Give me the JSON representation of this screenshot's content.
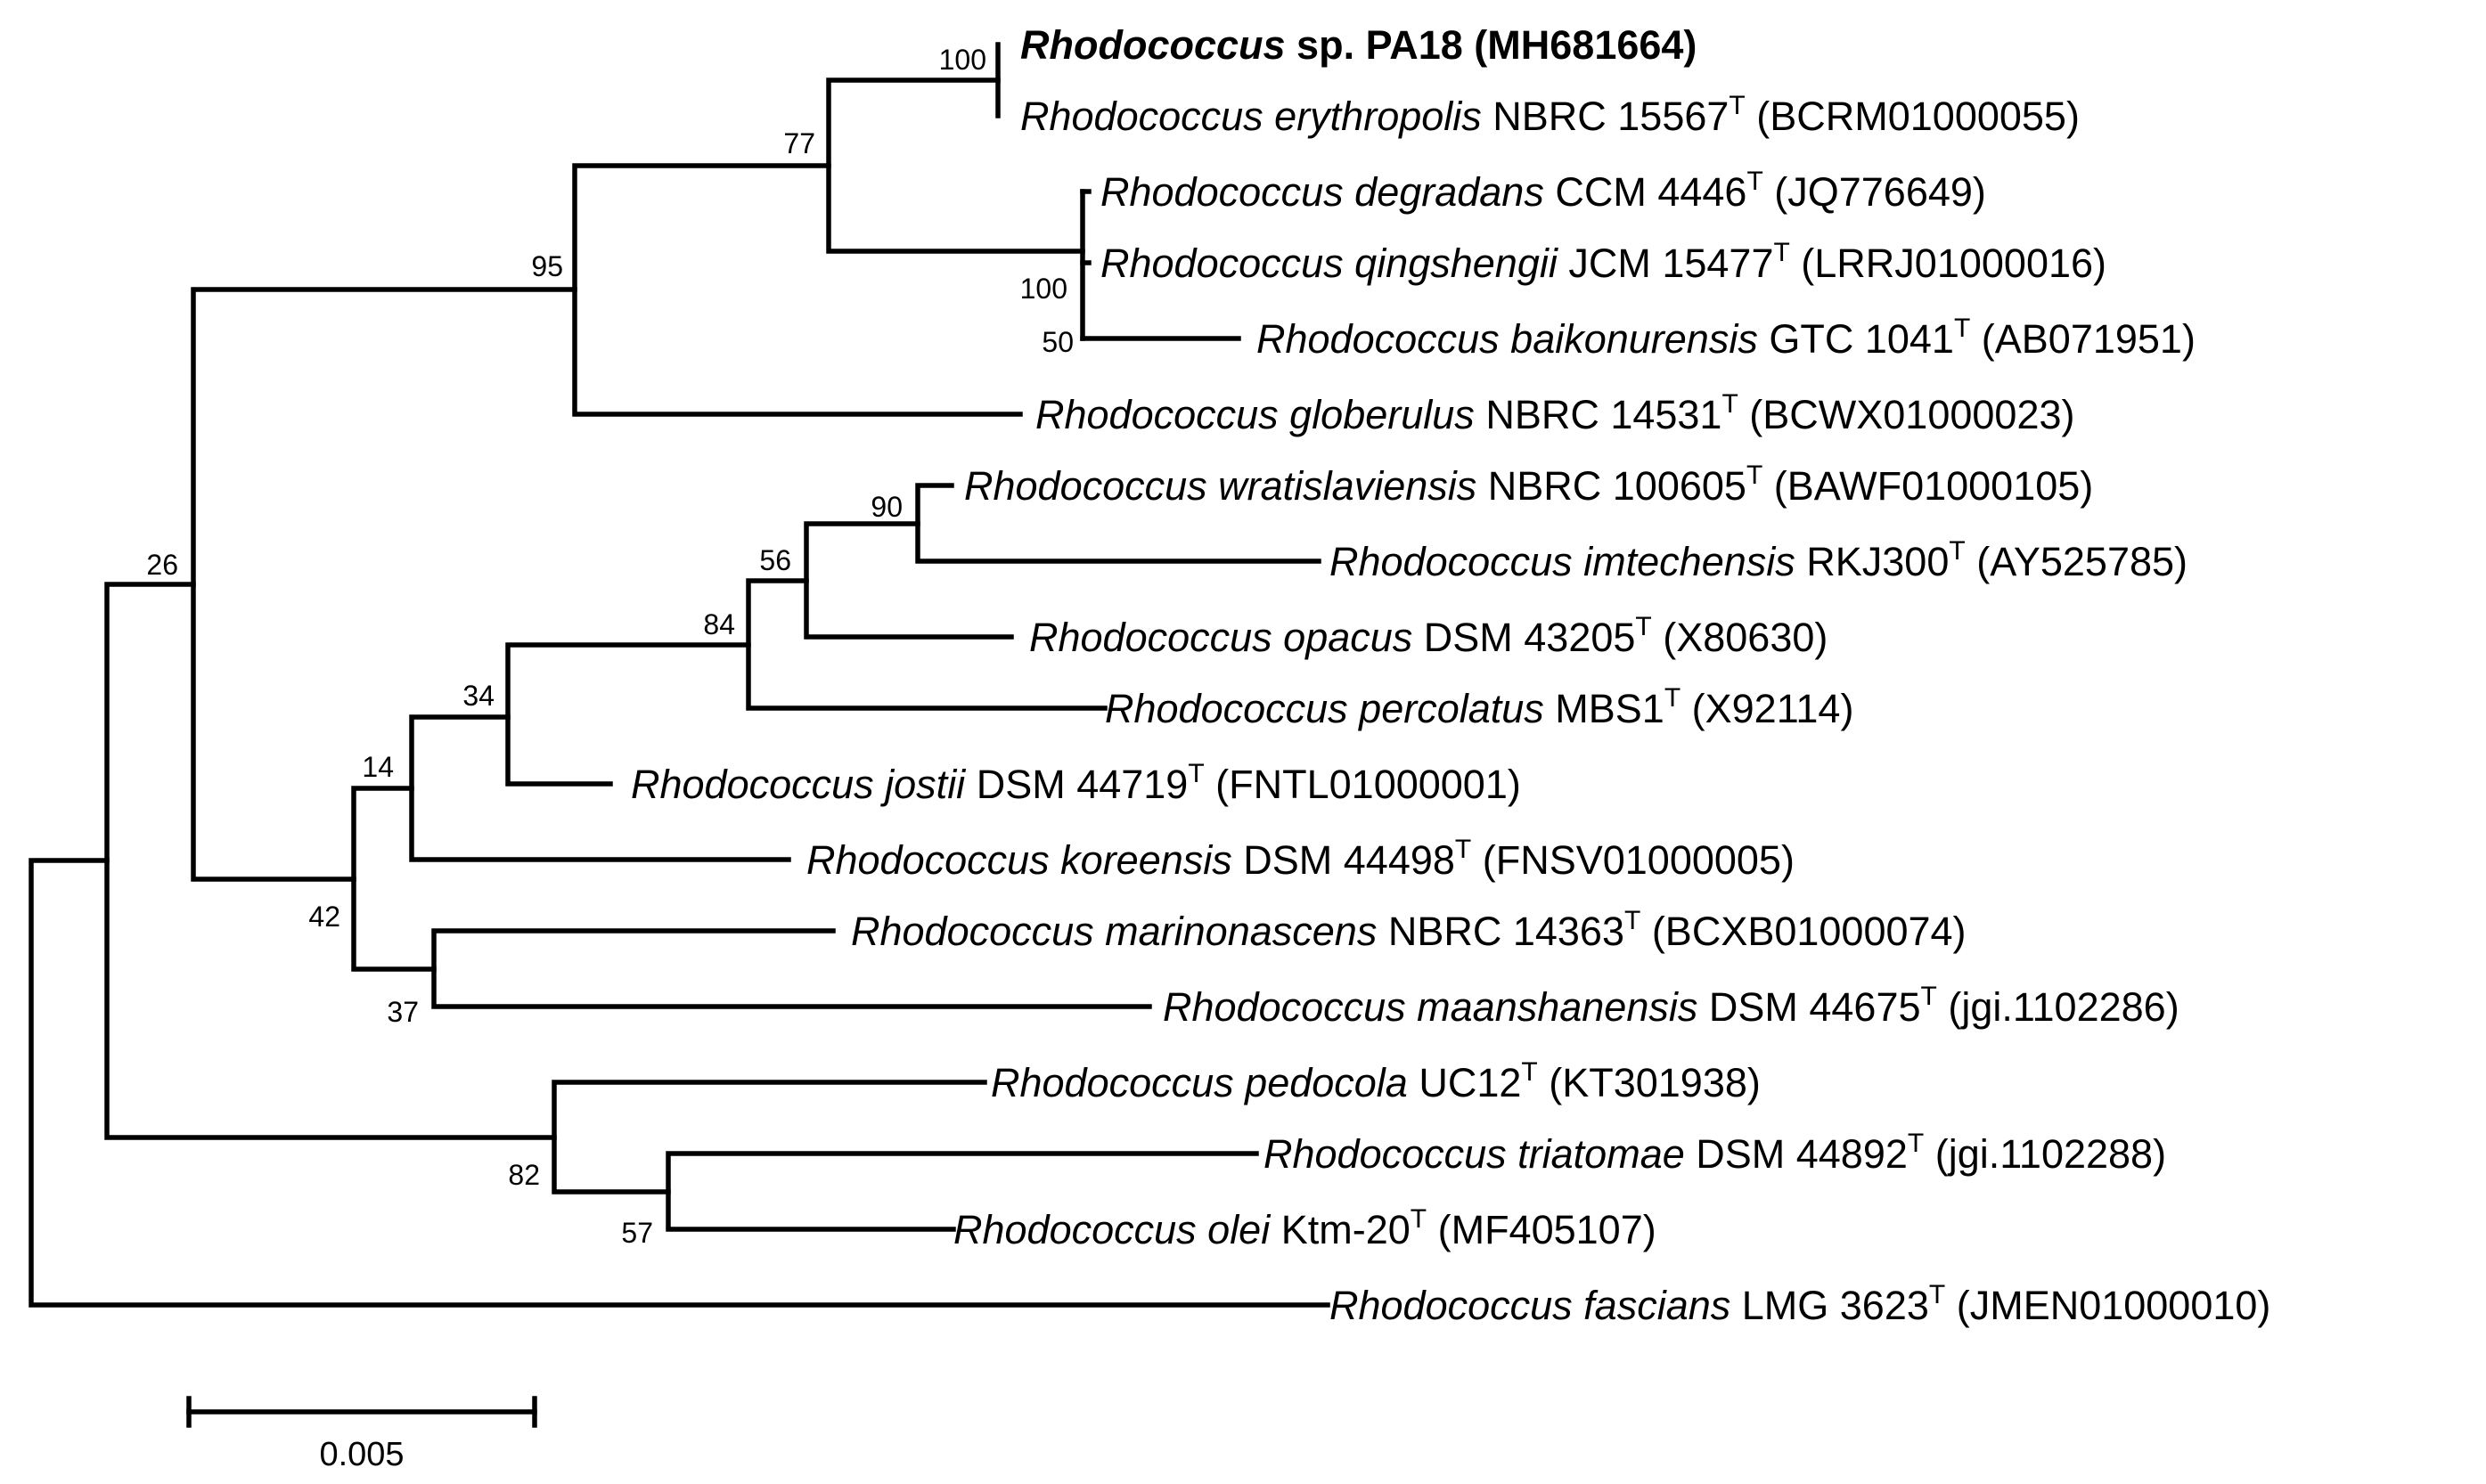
{
  "tree": {
    "highlight_taxon": "Rhodococcus sp. PA18 (MH681664)",
    "taxa": [
      {
        "genus": "Rhodococcus",
        "species": "sp. PA18",
        "strain": "",
        "type_strain": false,
        "accession": "(MH681664)",
        "highlight": true
      },
      {
        "genus": "Rhodococcus",
        "species": "erythropolis",
        "strain": "NBRC 15567",
        "type_strain": true,
        "accession": "(BCRM01000055)"
      },
      {
        "genus": "Rhodococcus",
        "species": "degradans",
        "strain": "CCM 4446",
        "type_strain": true,
        "accession": "(JQ776649)"
      },
      {
        "genus": "Rhodococcus",
        "species": "qingshengii",
        "strain": "JCM 15477",
        "type_strain": true,
        "accession": "(LRRJ01000016)"
      },
      {
        "genus": "Rhodococcus",
        "species": "baikonurensis",
        "strain": "GTC 1041",
        "type_strain": true,
        "accession": "(AB071951)"
      },
      {
        "genus": "Rhodococcus",
        "species": "globerulus",
        "strain": "NBRC 14531",
        "type_strain": true,
        "accession": "(BCWX01000023)"
      },
      {
        "genus": "Rhodococcus",
        "species": "wratislaviensis",
        "strain": "NBRC 100605",
        "type_strain": true,
        "accession": "(BAWF01000105)"
      },
      {
        "genus": "Rhodococcus",
        "species": "imtechensis",
        "strain": "RKJ300",
        "type_strain": true,
        "accession": "(AY525785)"
      },
      {
        "genus": "Rhodococcus",
        "species": "opacus",
        "strain": "DSM 43205",
        "type_strain": true,
        "accession": "(X80630)"
      },
      {
        "genus": "Rhodococcus",
        "species": "percolatus",
        "strain": "MBS1",
        "type_strain": true,
        "accession": "(X92114)"
      },
      {
        "genus": "Rhodococcus",
        "species": "jostii",
        "strain": "DSM 44719",
        "type_strain": true,
        "accession": "(FNTL01000001)"
      },
      {
        "genus": "Rhodococcus",
        "species": "koreensis",
        "strain": "DSM 44498",
        "type_strain": true,
        "accession": "(FNSV01000005)"
      },
      {
        "genus": "Rhodococcus",
        "species": "marinonascens",
        "strain": "NBRC 14363",
        "type_strain": true,
        "accession": "(BCXB01000074)"
      },
      {
        "genus": "Rhodococcus",
        "species": "maanshanensis",
        "strain": "DSM 44675",
        "type_strain": true,
        "accession": "(jgi.1102286)"
      },
      {
        "genus": "Rhodococcus",
        "species": "pedocola",
        "strain": "UC12",
        "type_strain": true,
        "accession": "(KT301938)"
      },
      {
        "genus": "Rhodococcus",
        "species": "triatomae",
        "strain": "DSM 44892",
        "type_strain": true,
        "accession": "(jgi.1102288)"
      },
      {
        "genus": "Rhodococcus",
        "species": "olei",
        "strain": "Ktm-20",
        "type_strain": true,
        "accession": "(MF405107)"
      },
      {
        "genus": "Rhodococcus",
        "species": "fascians",
        "strain": "LMG 3623",
        "type_strain": true,
        "accession": "(JMEN01000010)"
      }
    ],
    "type_strain_marker": "T",
    "bootstrap_values": [
      "100",
      "77",
      "100",
      "50",
      "95",
      "90",
      "56",
      "84",
      "34",
      "14",
      "42",
      "37",
      "26",
      "57",
      "82"
    ],
    "scale_bar": {
      "value": 0.005,
      "label": "0.005"
    }
  }
}
